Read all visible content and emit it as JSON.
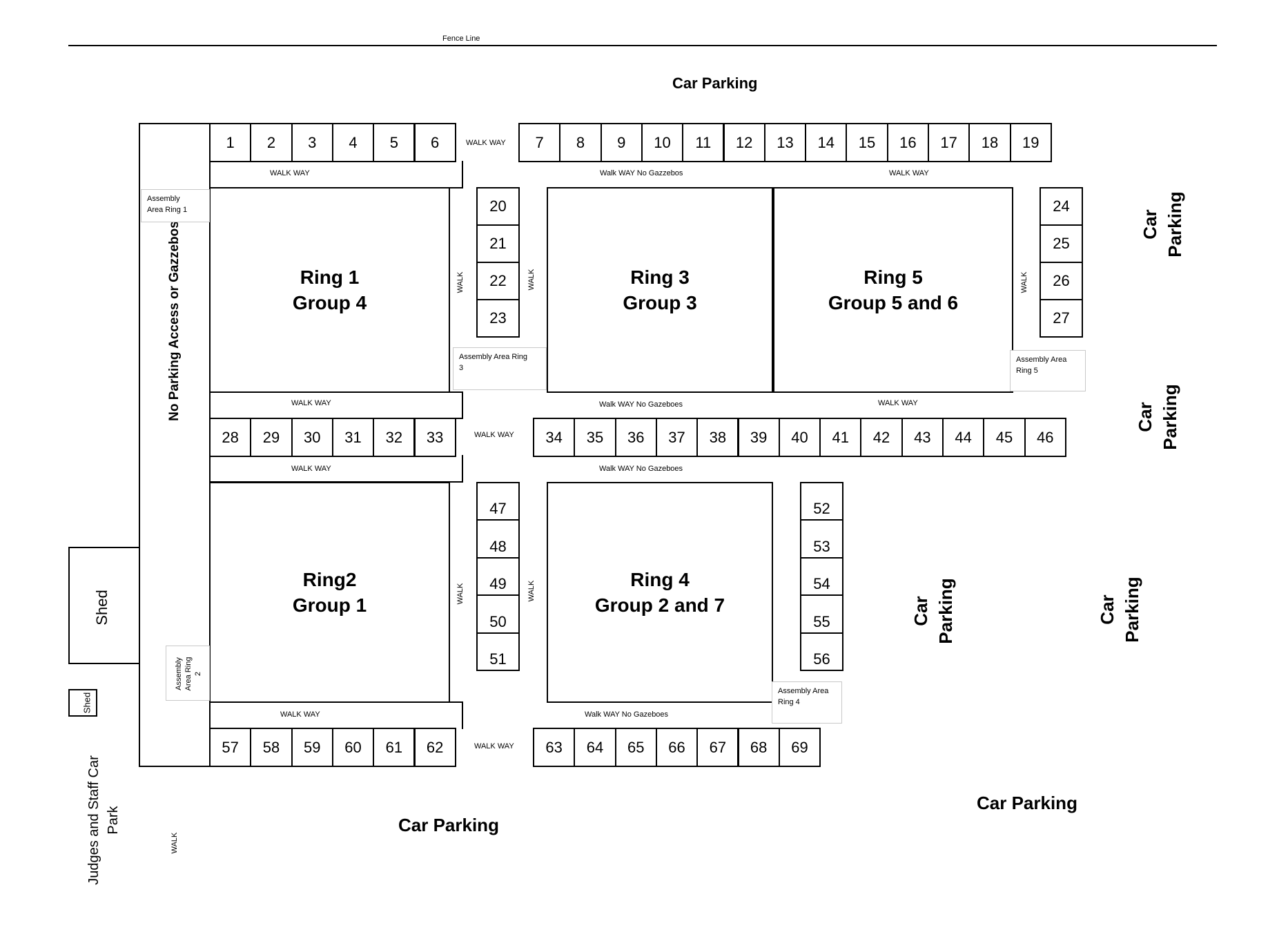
{
  "fence_line": "Fence Line",
  "car_parking_labels": {
    "top": "Car Parking",
    "bottom_left": "Car Parking",
    "bottom_right": "Car Parking",
    "right_upper": [
      "Car",
      "Parking"
    ],
    "right_middle": [
      "Car",
      "Parking"
    ],
    "center_lower": [
      "Car",
      "Parking"
    ],
    "right_lower": [
      "Car",
      "Parking"
    ]
  },
  "no_parking": "No Parking Access or Gazzebos",
  "sheds": {
    "large": "Shed",
    "small": "Shed"
  },
  "judges_car_park": [
    "Judges and Staff Car",
    "Park"
  ],
  "walk_label": "WALK",
  "walk_way_label": "WALK WAY",
  "walkway_labels": {
    "top_left": "WALK WAY",
    "top_middle": "Walk WAY No Gazzebos",
    "top_right": "WALK WAY",
    "mid_upper_left": "WALK WAY",
    "mid_upper_middle": "Walk WAY No Gazeboes",
    "mid_upper_right": "WALK WAY",
    "mid_lower_left": "WALK WAY",
    "mid_lower_middle": "Walk WAY No Gazeboes",
    "bottom_left": "WALK WAY",
    "bottom_middle": "Walk WAY No Gazeboes"
  },
  "rings": {
    "ring1": [
      "Ring 1",
      "Group 4"
    ],
    "ring2": [
      "Ring2",
      "Group 1"
    ],
    "ring3": [
      "Ring 3",
      "Group 3"
    ],
    "ring4": [
      "Ring 4",
      "Group 2 and 7"
    ],
    "ring5": [
      "Ring 5",
      "Group 5 and 6"
    ]
  },
  "assembly_areas": {
    "ring1": [
      "Assembly",
      "Area Ring 1"
    ],
    "ring2": [
      "Assembly",
      "Area Ring",
      "2"
    ],
    "ring3": [
      "Assembly Area Ring",
      "3"
    ],
    "ring4": [
      "Assembly Area",
      "Ring 4"
    ],
    "ring5": [
      "Assembly Area",
      "Ring 5"
    ]
  },
  "stalls": {
    "row_top_left": [
      "1",
      "2",
      "3",
      "4",
      "5",
      "6"
    ],
    "row_top_right": [
      "7",
      "8",
      "9",
      "10",
      "11",
      "12",
      "13",
      "14",
      "15",
      "16",
      "17",
      "18",
      "19"
    ],
    "col_ring1_ring3": [
      "20",
      "21",
      "22",
      "23"
    ],
    "col_ring5_right": [
      "24",
      "25",
      "26",
      "27"
    ],
    "row_mid_left": [
      "28",
      "29",
      "30",
      "31",
      "32",
      "33"
    ],
    "row_mid_right": [
      "34",
      "35",
      "36",
      "37",
      "38",
      "39",
      "40",
      "41",
      "42",
      "43",
      "44",
      "45",
      "46"
    ],
    "col_ring2_ring4": [
      "47",
      "48",
      "49",
      "50",
      "51"
    ],
    "col_ring4_right": [
      "52",
      "53",
      "54",
      "55",
      "56"
    ],
    "row_bottom_left": [
      "57",
      "58",
      "59",
      "60",
      "61",
      "62"
    ],
    "row_bottom_right": [
      "63",
      "64",
      "65",
      "66",
      "67",
      "68",
      "69"
    ]
  }
}
